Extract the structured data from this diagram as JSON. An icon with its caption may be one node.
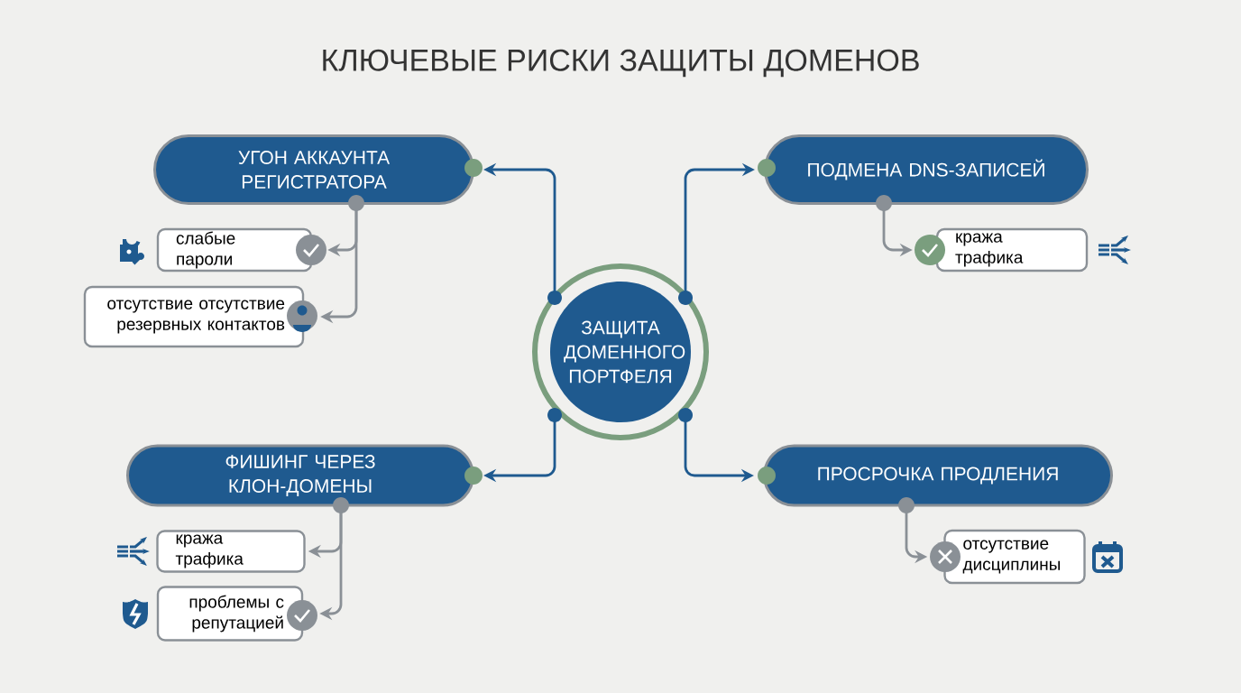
{
  "diagram": {
    "title": "КЛЮЧЕВЫЕ РИСКИ ЗАЩИТЫ ДОМЕНОВ",
    "nodes": [
      {
        "text": [
          "ЗАЩИТА ДОМЕННОГО ПОРТФЕЛЯ"
        ]
      },
      {
        "text": [
          "УГОН АККАУНТА РЕГИСТРАТОРА"
        ]
      },
      {
        "text": [
          "слабые пароли"
        ]
      },
      {
        "text": [
          "отсутствие отсутствие резервных контактов"
        ]
      },
      {
        "text": [
          "ПОДМЕНА DNS-ЗАПИСЕЙ"
        ]
      },
      {
        "text": [
          "кража трафика"
        ]
      },
      {
        "text": [
          "ФИШИНГ ЧЕРЕЗ КЛОН-ДОМЕНЫ"
        ]
      },
      {
        "text": [
          "кража трафика"
        ]
      },
      {
        "text": [
          "проблемы с репутацией"
        ]
      },
      {
        "text": [
          "ПРОСРОЧКА ПРОДЛЕНИЯ"
        ]
      },
      {
        "text": [
          "отсутствие дисциплины"
        ]
      }
    ],
    "edges": [
      {
        "from": 0,
        "to": 1,
        "arrow": "to",
        "color": "#1f5a8f"
      },
      {
        "from": 0,
        "to": 4,
        "arrow": "to",
        "color": "#1f5a8f"
      },
      {
        "from": 0,
        "to": 6,
        "arrow": "to",
        "color": "#1f5a8f"
      },
      {
        "from": 0,
        "to": 9,
        "arrow": "to",
        "color": "#1f5a8f"
      },
      {
        "from": 1,
        "to": 2,
        "arrow": "to"
      },
      {
        "from": 1,
        "to": 3,
        "arrow": "to"
      },
      {
        "from": 4,
        "to": 5,
        "arrow": "to"
      },
      {
        "from": 6,
        "to": 7,
        "arrow": "to"
      },
      {
        "from": 6,
        "to": 8,
        "arrow": "to"
      },
      {
        "from": 9,
        "to": 10,
        "arrow": "to"
      }
    ]
  }
}
